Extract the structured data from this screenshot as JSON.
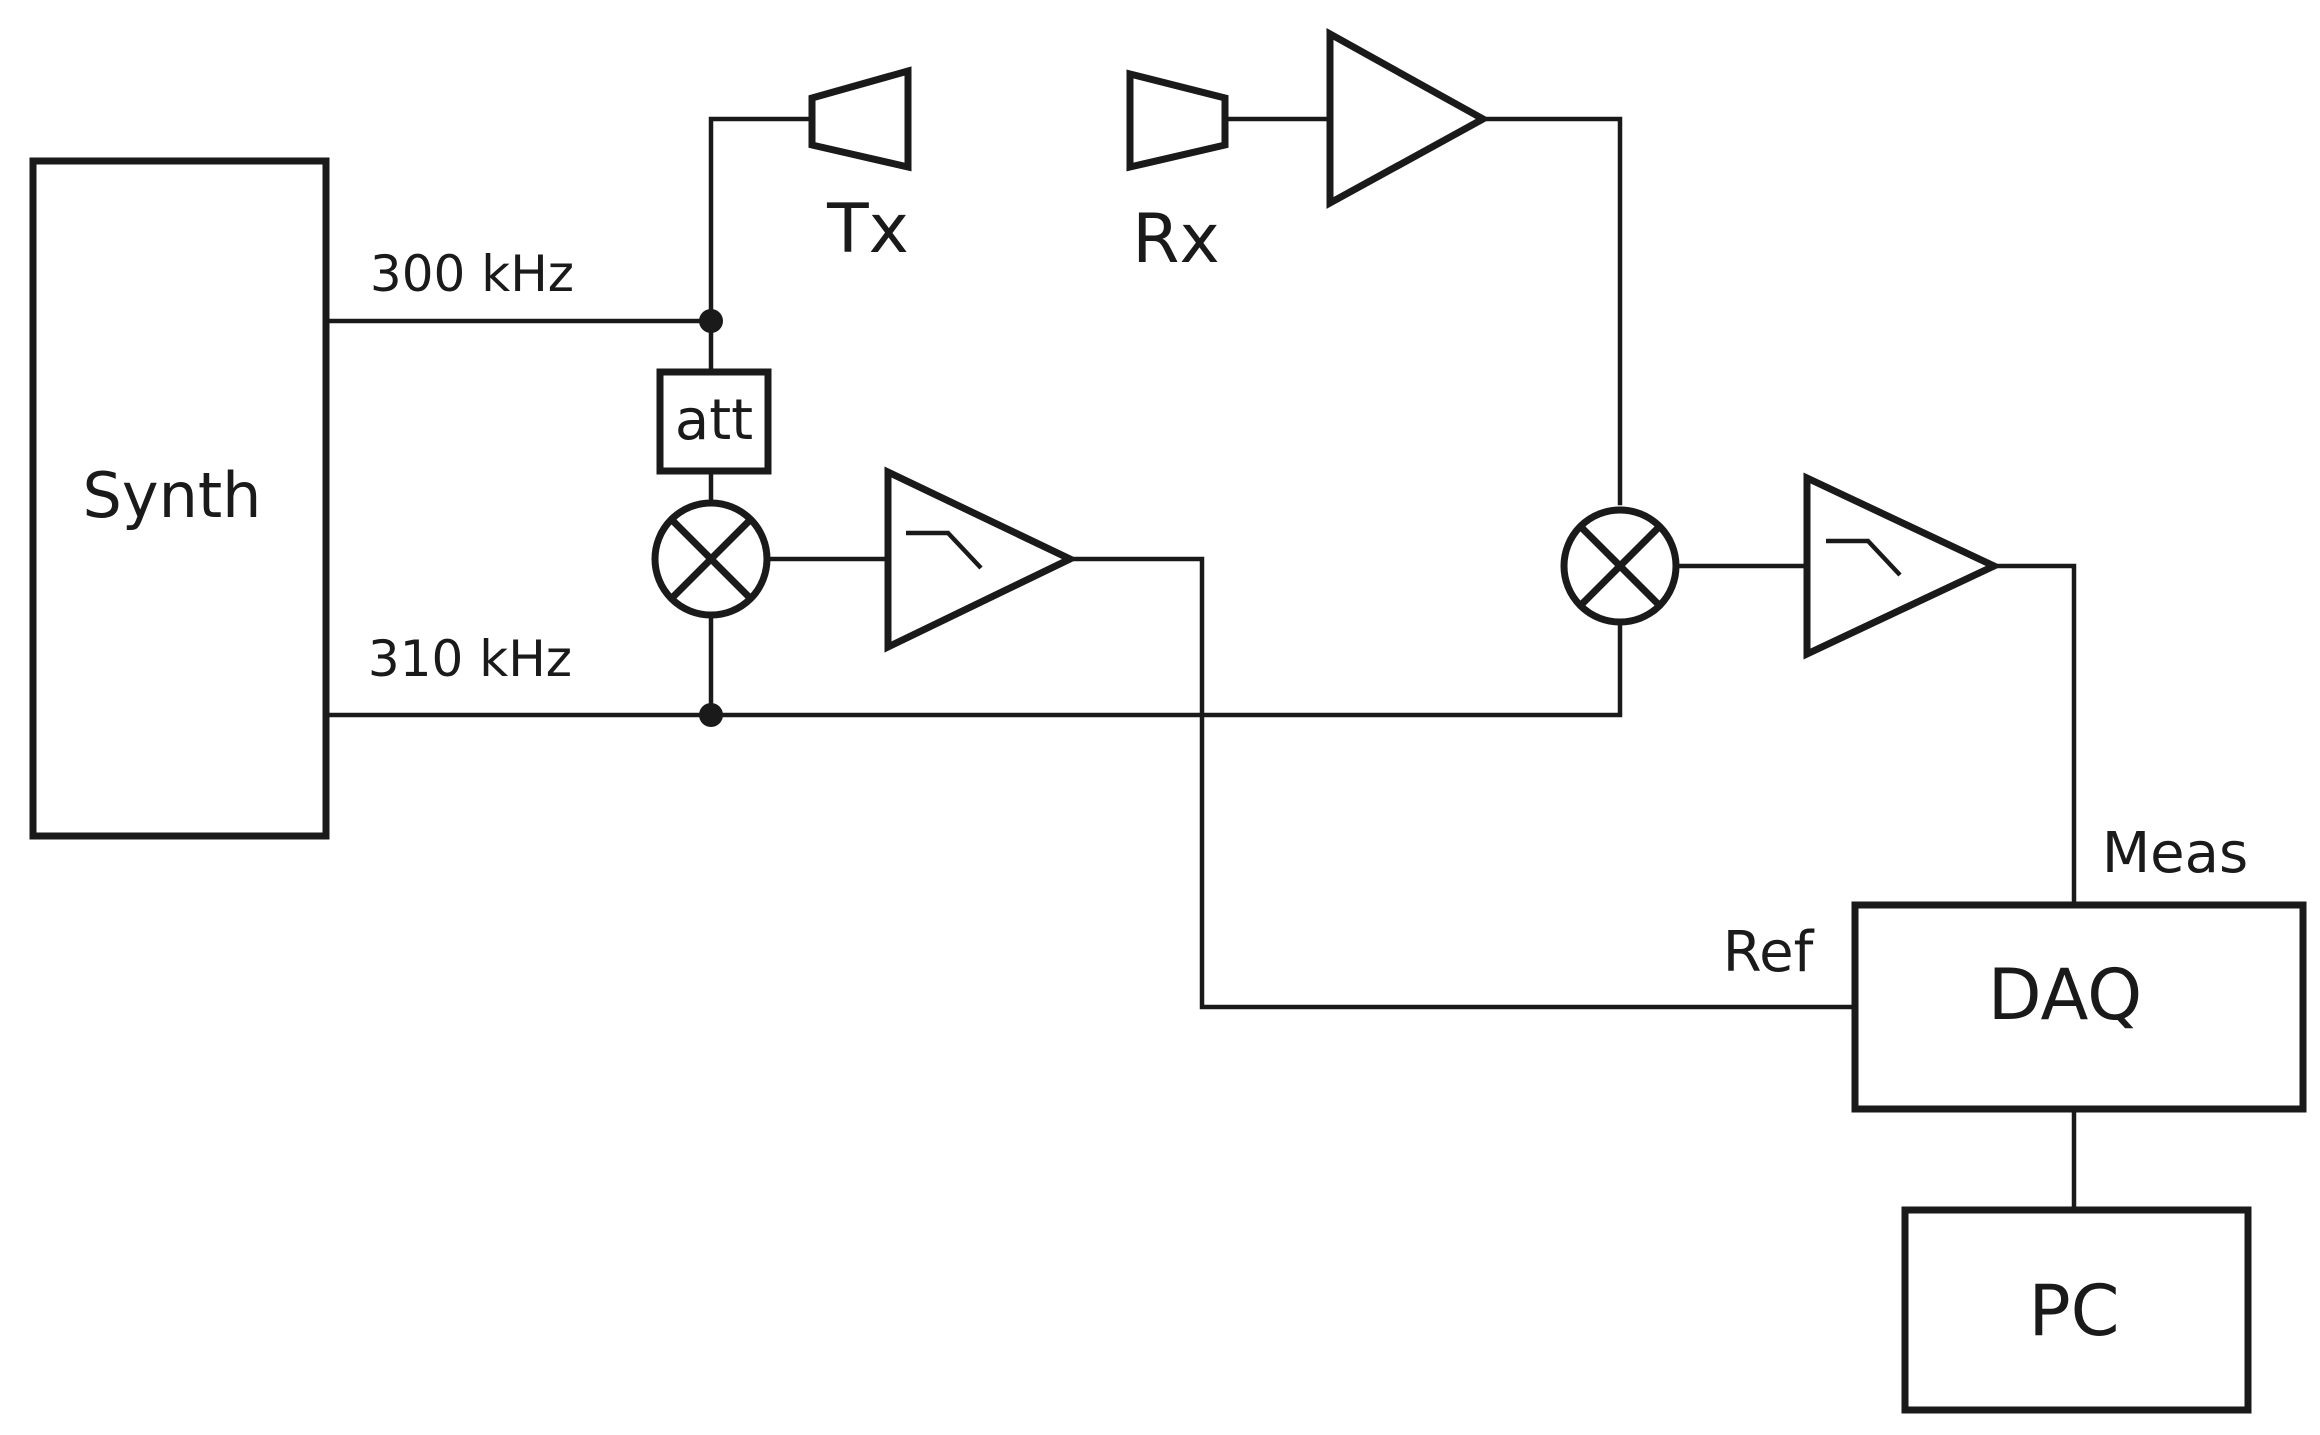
{
  "blocks": {
    "synth": "Synth",
    "daq": "DAQ",
    "pc": "PC",
    "attenuator": "att"
  },
  "antennas": {
    "tx": "Tx",
    "rx": "Rx"
  },
  "signals": {
    "freq_tx": "300 kHz",
    "freq_lo": "310 kHz",
    "ref": "Ref",
    "meas": "Meas"
  },
  "colors": {
    "line": "#1a1a1a",
    "background": "#ffffff"
  },
  "icons": {
    "mixer": "mixer-icon",
    "amplifier": "amplifier-icon",
    "lowpass_amplifier": "lowpass-amplifier-icon",
    "antenna": "horn-antenna-icon"
  }
}
